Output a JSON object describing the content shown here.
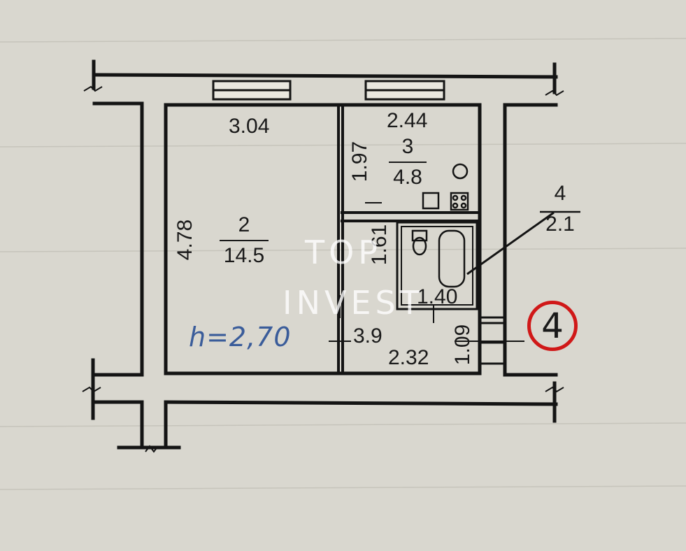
{
  "rooms": {
    "room2": {
      "number": "2",
      "area": "14.5"
    },
    "room3": {
      "number": "3",
      "area": "4.8"
    },
    "room4": {
      "number": "4",
      "area": "2.1"
    },
    "room1": {
      "area": "3.9"
    }
  },
  "dimensions": {
    "room2_width": "3.04",
    "room2_length": "4.78",
    "room3_width": "2.44",
    "room3_length": "1.97",
    "corridor_length": "1.61",
    "bathroom_width": "1.40",
    "hall_width": "2.32",
    "hall_length": "1.09"
  },
  "ceiling_height": "h=2,70",
  "watermark": {
    "line1": "TOP",
    "line2": "INVEST"
  },
  "apartment_number": "4",
  "colors": {
    "paper": "#d9d7cf",
    "ink": "#1a1a1a",
    "handwriting": "#3a5c9a",
    "stamp": "#d01818"
  }
}
